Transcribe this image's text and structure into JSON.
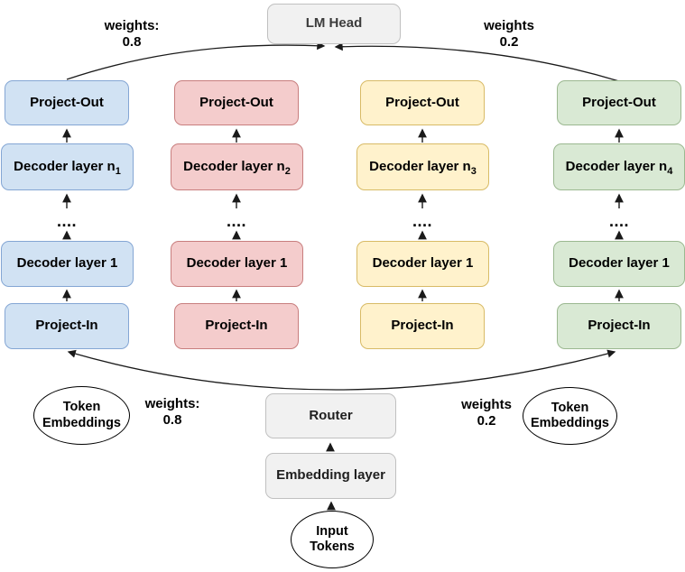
{
  "diagram": {
    "lm_head": "LM Head",
    "router": "Router",
    "embedding_layer": "Embedding layer",
    "input_tokens": {
      "line1": "Input",
      "line2": "Tokens"
    },
    "token_embeddings_left": {
      "line1": "Token",
      "line2": "Embeddings"
    },
    "token_embeddings_right": {
      "line1": "Token",
      "line2": "Embeddings"
    },
    "weights_top_left": {
      "line1": "weights:",
      "line2": "0.8"
    },
    "weights_top_right": {
      "line1": "weights",
      "line2": "0.2"
    },
    "weights_bottom_left": {
      "line1": "weights:",
      "line2": "0.8"
    },
    "weights_bottom_right": {
      "line1": "weights",
      "line2": "0.2"
    }
  },
  "experts": [
    {
      "color_name": "blue",
      "fill": "#d1e2f3",
      "border": "#84a6d4",
      "project_out": "Project-Out",
      "decoder_n": "Decoder layer n",
      "decoder_n_sub": "1",
      "dots": "....",
      "decoder_1": "Decoder layer 1",
      "project_in": "Project-In"
    },
    {
      "color_name": "red",
      "fill": "#f4cccc",
      "border": "#c87e7e",
      "project_out": "Project-Out",
      "decoder_n": "Decoder layer n",
      "decoder_n_sub": "2",
      "dots": "....",
      "decoder_1": "Decoder layer 1",
      "project_in": "Project-In"
    },
    {
      "color_name": "yellow",
      "fill": "#fff2cc",
      "border": "#d8bb66",
      "project_out": "Project-Out",
      "decoder_n": "Decoder layer n",
      "decoder_n_sub": "3",
      "dots": "....",
      "decoder_1": "Decoder layer 1",
      "project_in": "Project-In"
    },
    {
      "color_name": "green",
      "fill": "#d9e9d4",
      "border": "#9bb890",
      "project_out": "Project-Out",
      "decoder_n": "Decoder layer n",
      "decoder_n_sub": "4",
      "dots": "....",
      "decoder_1": "Decoder layer 1",
      "project_in": "Project-In"
    }
  ],
  "palette": {
    "gray_fill": "#f1f1f1",
    "gray_border": "#c0c0c0",
    "arrow_color": "#1a1a1a",
    "background": "#ffffff"
  }
}
